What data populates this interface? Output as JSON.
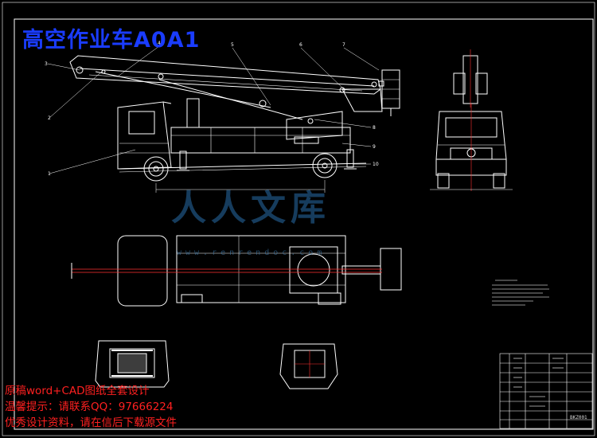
{
  "title": "高空作业车A0A1",
  "promo_lines": [
    "原稿word+CAD图纸全套设计",
    "温馨提示：请联系QQ：97666224",
    "优秀设计资料，请在信后下载源文件"
  ],
  "watermark": {
    "chinese": "人人文库",
    "url": "www.renrendoc.com"
  },
  "callout_numbers": [
    "1",
    "2",
    "3",
    "4",
    "5",
    "6",
    "7",
    "8",
    "9",
    "10"
  ],
  "title_block": {
    "drawing_code": "BKZ001"
  },
  "colors": {
    "background": "#000000",
    "title": "#1a3cff",
    "promo": "#ff2020",
    "line": "#ffffff",
    "centerline": "#ff3030",
    "watermark": "#2d6ea8"
  }
}
